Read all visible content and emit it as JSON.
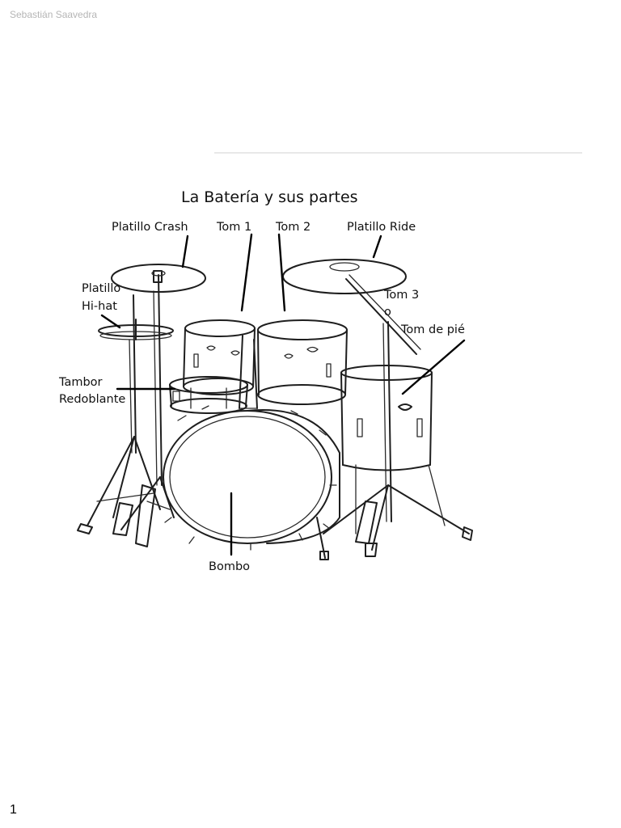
{
  "header": {
    "author": "Sebastián Saavedra"
  },
  "diagram": {
    "title": "La Batería y sus partes",
    "labels": {
      "crash": "Platillo Crash",
      "tom1": "Tom 1",
      "tom2": "Tom 2",
      "ride": "Platillo Ride",
      "hihat_line1": "Platillo",
      "hihat_line2": "Hi-hat",
      "tom3_line1": "Tom 3",
      "tom3_line2": "o",
      "floor_tom": "Tom de pié",
      "snare_line1": "Tambor",
      "snare_line2": "Redoblante",
      "bass": "Bombo"
    }
  },
  "footer": {
    "page_number": "1"
  }
}
